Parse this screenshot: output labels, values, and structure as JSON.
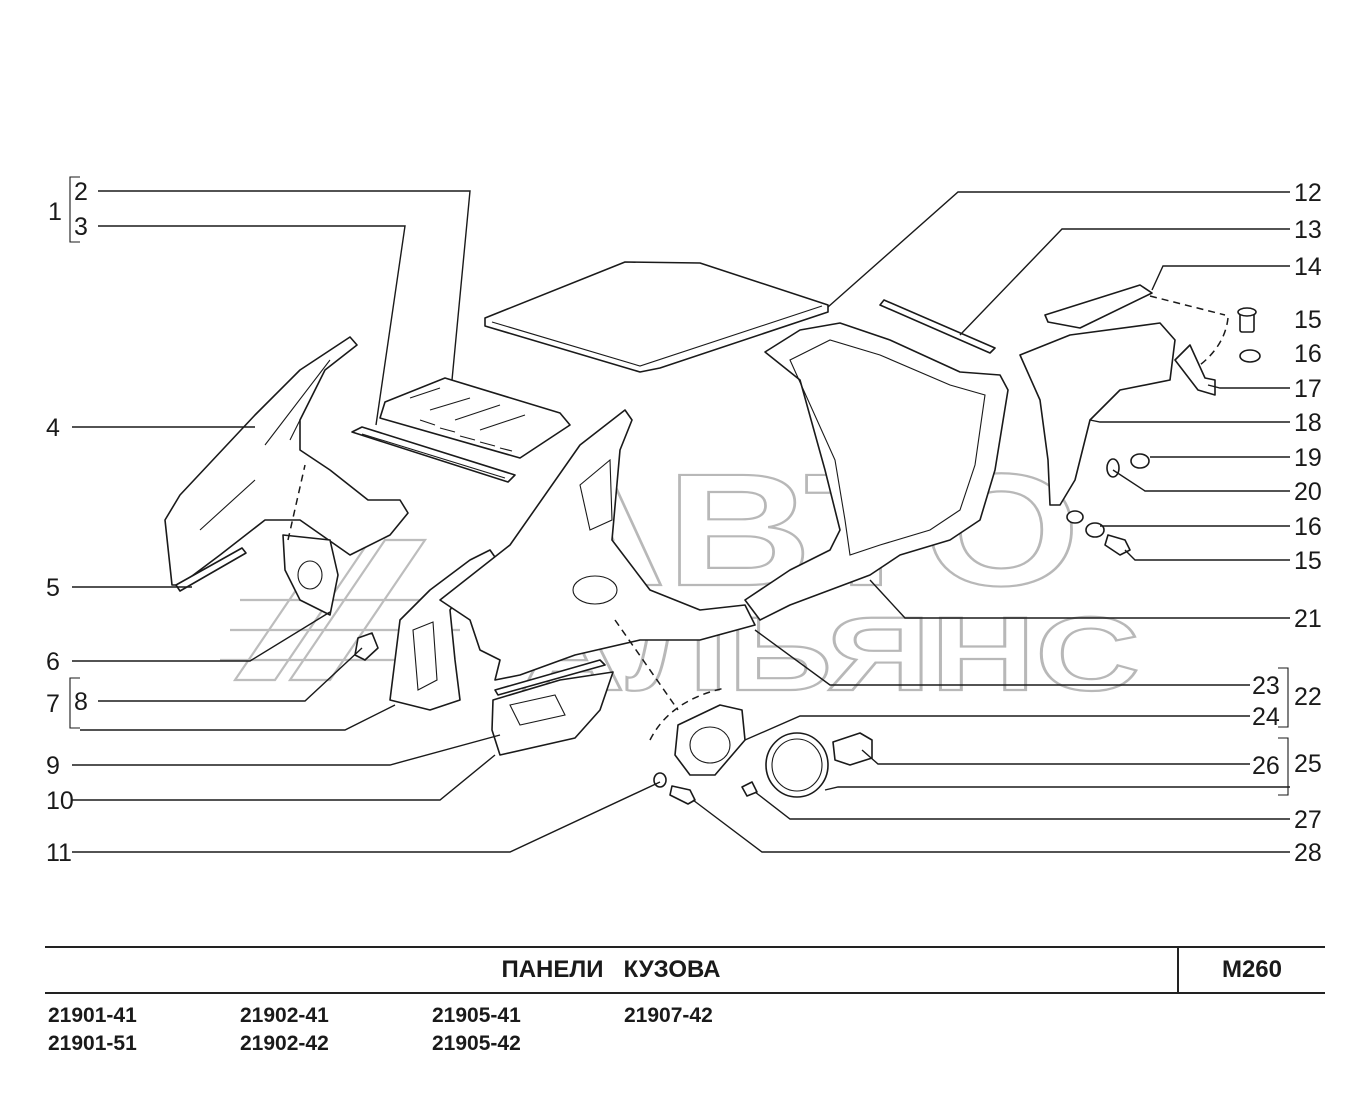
{
  "title": "ПАНЕЛИ   КУЗОВА",
  "code": "M260",
  "watermark": {
    "line1": "АВТО",
    "line2": "АЛЬЯНС"
  },
  "models": [
    "21901-41",
    "21902-41",
    "21905-41",
    "21907-42",
    "21901-51",
    "21902-42",
    "21905-42"
  ],
  "callouts": {
    "n1": "1",
    "n2": "2",
    "n3": "3",
    "n4": "4",
    "n5": "5",
    "n6": "6",
    "n7": "7",
    "n8": "8",
    "n9": "9",
    "n10": "10",
    "n11": "11",
    "n12": "12",
    "n13": "13",
    "n14": "14",
    "n15a": "15",
    "n16a": "16",
    "n17": "17",
    "n18": "18",
    "n19": "19",
    "n20": "20",
    "n16b": "16",
    "n15b": "15",
    "n21": "21",
    "n22": "22",
    "n23": "23",
    "n24": "24",
    "n25": "25",
    "n26": "26",
    "n27": "27",
    "n28": "28"
  },
  "colors": {
    "line": "#1a1a1a",
    "watermark": "#b8b8b8",
    "background": "#ffffff"
  }
}
